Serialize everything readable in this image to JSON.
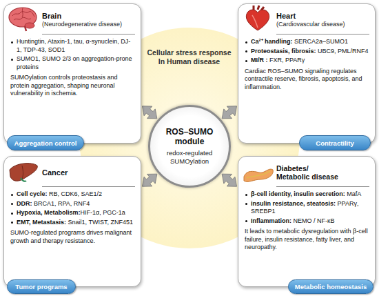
{
  "diagram": {
    "nodes": [
      {
        "text": [
          "Brain",
          "(Neurodegenerative disease)",
          "Huntingtin, Ataxin-1, tau, α-synuclein, DJ-1, TDP-43, SOD1",
          "SUMO1, SUMO 2/3 on aggregation-prone proteins",
          "SUMOylation controls proteostasis and protein aggregation, shaping neuronal vulnerability in ischemia."
        ]
      },
      {
        "text": [
          "Aggregation control"
        ]
      },
      {
        "text": [
          "Heart",
          "(Cardiovascular disease)",
          "Ca²⁺ handling: SERCA2a–SUMO1",
          "Proteostasis, fibrosis: UBC9, PML/RNF4",
          "MI/R : FXR, PPARγ",
          "Cardiac ROS–SUMO signaling regulates contractile reserve, fibrosis, apoptosis, and inflammation."
        ]
      },
      {
        "text": [
          "Contractility"
        ]
      },
      {
        "text": [
          "Cellular stress response In Human disease"
        ]
      },
      {
        "text": [
          "ROS–SUMO module",
          "redox-regulated SUMOylation"
        ],
        "in": 4
      },
      {
        "text": [
          "Cancer",
          "Cell cycle: RB, CDK6, SAE1/2",
          "DDR: BRCA1, RPA, RNF4",
          "Hypoxia, Metabolism:HIF-1α, PGC-1a",
          "EMT, Metastasis: Snail1, TWIST, ZNF451",
          "SUMO-regulated programs drives malignant growth and therapy resistance."
        ]
      },
      {
        "text": [
          "Tumor programs"
        ]
      },
      {
        "text": [
          "Diabetes/ Metabolic disease",
          "β-cell identity, insulin secretion: MafA",
          "insulin resistance, steatosis: PPARγ, SREBP1",
          "Inflammation: NEMO / NF-κB",
          "It leads to metabolic dysregulation with β-cell failure, insulin resistance, fatty liver, and neuropathy."
        ]
      },
      {
        "text": [
          "Metabolic homeostasis"
        ]
      }
    ],
    "edges": [
      {
        "from": 5,
        "to": 0,
        "arrow": "both"
      },
      {
        "from": 5,
        "to": 2,
        "arrow": "both"
      },
      {
        "from": 5,
        "to": 6,
        "arrow": "both"
      },
      {
        "from": 5,
        "to": 8,
        "arrow": "both"
      }
    ]
  }
}
